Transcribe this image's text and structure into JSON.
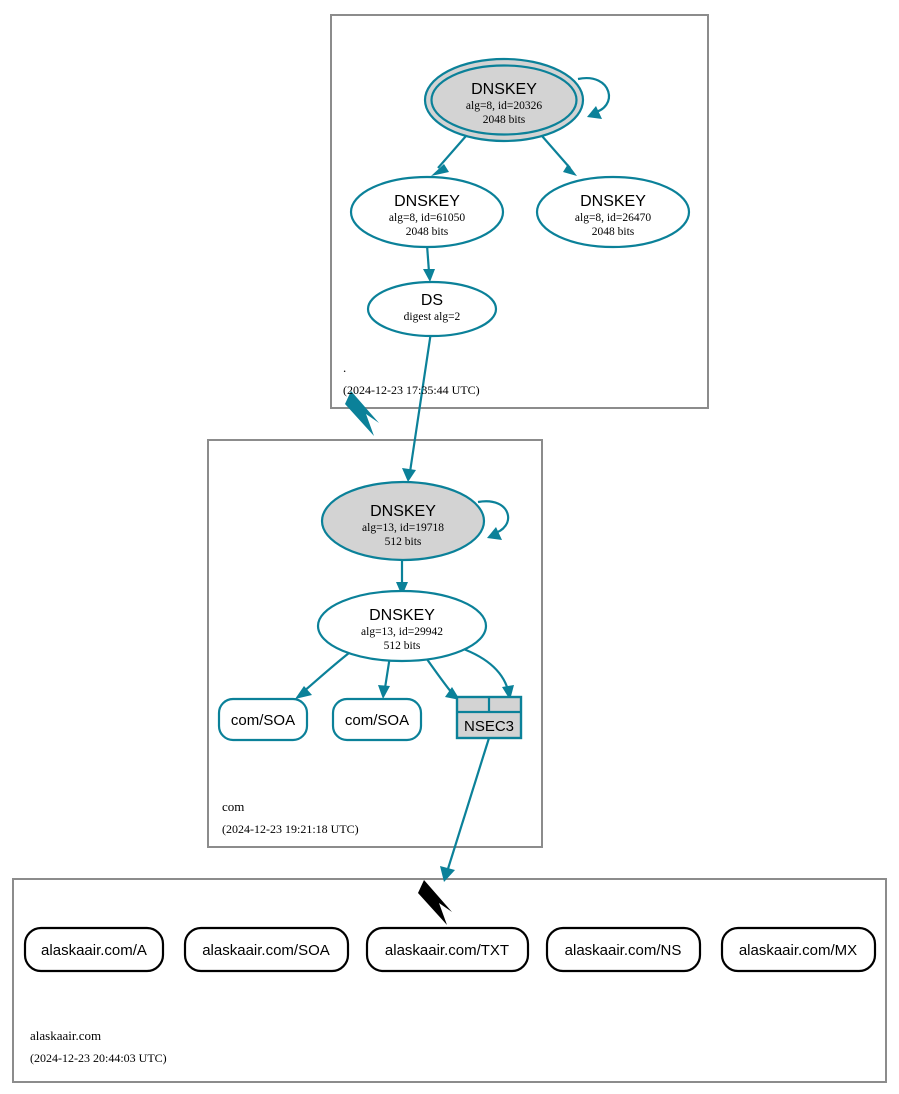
{
  "diagram": {
    "kind": "dnssec-authentication-chain",
    "accent_color": "#0b8199",
    "node_fill_secure": "#d3d3d3",
    "node_fill_plain": "#ffffff",
    "zone_border_color": "#8c8c8c",
    "leaf_border_color": "#000000"
  },
  "zones": [
    {
      "id": "root",
      "name": ".",
      "timestamp": "(2024-12-23 17:35:44 UTC)"
    },
    {
      "id": "com",
      "name": "com",
      "timestamp": "(2024-12-23 19:21:18 UTC)"
    },
    {
      "id": "alaskaair",
      "name": "alaskaair.com",
      "timestamp": "(2024-12-23 20:44:03 UTC)"
    }
  ],
  "nodes": {
    "root_ksk": {
      "type": "DNSKEY",
      "title": "DNSKEY",
      "params": "alg=8, id=20326",
      "size": "2048 bits",
      "alg": 8,
      "key_id": 20326,
      "bits": 2048,
      "style": "double-ellipse-filled",
      "self_signed": true
    },
    "root_zsk_61050": {
      "type": "DNSKEY",
      "title": "DNSKEY",
      "params": "alg=8, id=61050",
      "size": "2048 bits",
      "alg": 8,
      "key_id": 61050,
      "bits": 2048,
      "style": "ellipse-hollow",
      "self_signed": false
    },
    "root_zsk_26470": {
      "type": "DNSKEY",
      "title": "DNSKEY",
      "params": "alg=8, id=26470",
      "size": "2048 bits",
      "alg": 8,
      "key_id": 26470,
      "bits": 2048,
      "style": "ellipse-hollow",
      "self_signed": false
    },
    "root_ds": {
      "type": "DS",
      "title": "DS",
      "params": "digest alg=2",
      "digest_alg": 2,
      "style": "ellipse-hollow"
    },
    "com_ksk": {
      "type": "DNSKEY",
      "title": "DNSKEY",
      "params": "alg=13, id=19718",
      "size": "512 bits",
      "alg": 13,
      "key_id": 19718,
      "bits": 512,
      "style": "ellipse-filled",
      "self_signed": true
    },
    "com_zsk": {
      "type": "DNSKEY",
      "title": "DNSKEY",
      "params": "alg=13, id=29942",
      "size": "512 bits",
      "alg": 13,
      "key_id": 29942,
      "bits": 512,
      "style": "ellipse-hollow",
      "self_signed": false
    },
    "com_soa_1": {
      "type": "RRset",
      "label": "com/SOA",
      "style": "rounded-rect-teal"
    },
    "com_soa_2": {
      "type": "RRset",
      "label": "com/SOA",
      "style": "rounded-rect-teal"
    },
    "com_nsec3": {
      "type": "NSEC3",
      "label": "NSEC3",
      "style": "rect-teal-table"
    }
  },
  "leaf_rrsets": [
    {
      "label": "alaskaair.com/A"
    },
    {
      "label": "alaskaair.com/SOA"
    },
    {
      "label": "alaskaair.com/TXT"
    },
    {
      "label": "alaskaair.com/NS"
    },
    {
      "label": "alaskaair.com/MX"
    }
  ]
}
